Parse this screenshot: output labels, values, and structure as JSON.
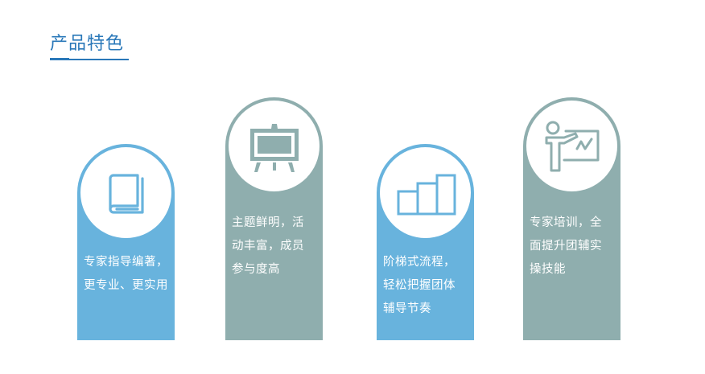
{
  "header": {
    "title": "产品特色"
  },
  "colors": {
    "accent": "#2a78b9",
    "card_blue": "#68b3dd",
    "card_teal": "#8faeae"
  },
  "features": [
    {
      "icon": "book-icon",
      "lines": [
        "专家指导编著，",
        "更专业、更实用"
      ]
    },
    {
      "icon": "easel-board-icon",
      "lines": [
        "主题鲜明，活",
        "动丰富，成员",
        "参与度高"
      ]
    },
    {
      "icon": "bar-steps-icon",
      "lines": [
        "阶梯式流程，",
        "轻松把握团体",
        "辅导节奏"
      ]
    },
    {
      "icon": "presenter-chart-icon",
      "lines": [
        "专家培训，全",
        "面提升团辅实",
        "操技能"
      ]
    }
  ]
}
